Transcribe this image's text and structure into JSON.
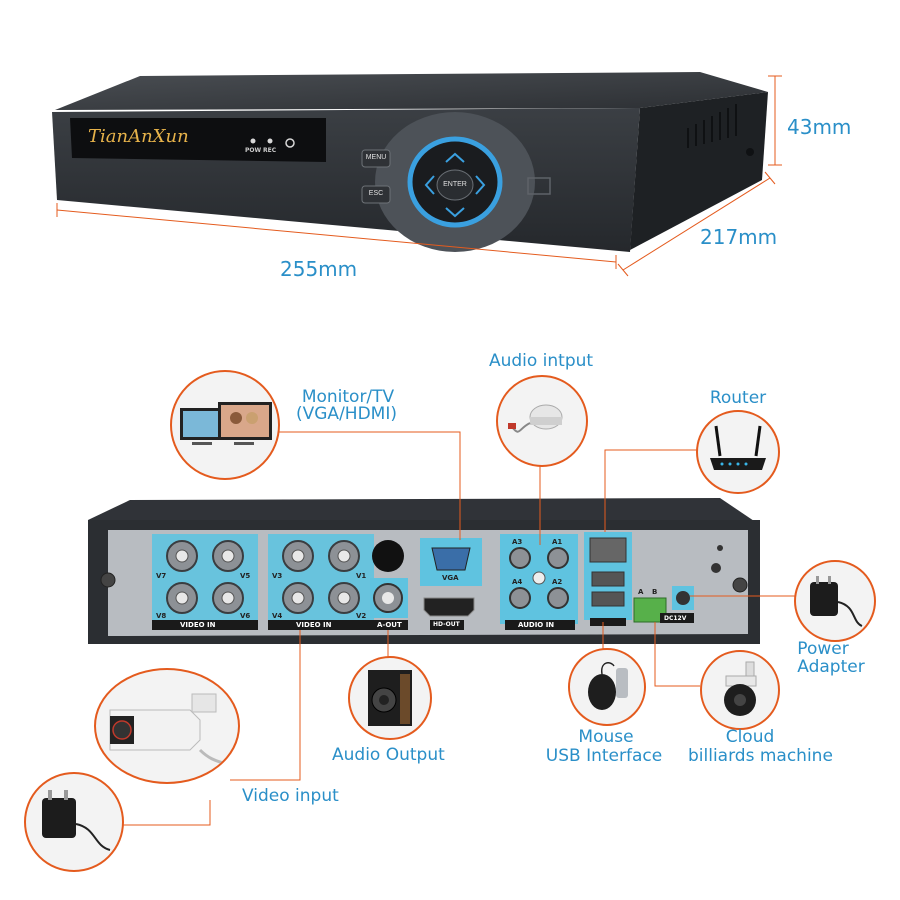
{
  "dimensions": {
    "height": "43mm",
    "depth": "217mm",
    "width": "255mm"
  },
  "front_panel": {
    "brand": "TianAnXun",
    "led_pow": "POW",
    "led_rec": "REC",
    "menu_button": "MENU",
    "esc_button": "ESC",
    "enter_button": "ENTER"
  },
  "rear_panel": {
    "video_in_left": "VIDEO IN",
    "video_in_right": "VIDEO IN",
    "vga": "VGA",
    "hd_out": "HD-OUT",
    "a_out": "A-OUT",
    "audio_in": "AUDIO IN",
    "dc": "DC12V",
    "terminal_a": "A",
    "terminal_b": "B",
    "bnc_left": [
      "V7",
      "V5",
      "V8",
      "V6"
    ],
    "bnc_right": [
      "V3",
      "V1",
      "V4",
      "V2"
    ],
    "audio_ports": [
      "A3",
      "A1",
      "A4",
      "A2"
    ]
  },
  "callouts": {
    "monitor_line1": "Monitor/TV",
    "monitor_line2": "(VGA/HDMI)",
    "audio_input": "Audio intput",
    "router": "Router",
    "power_line1": "Power",
    "power_line2": "Adapter",
    "audio_output": "Audio Output",
    "mouse_line1": "Mouse",
    "mouse_line2": "USB Interface",
    "cloud_line1": "Cloud",
    "cloud_line2": "billiards machine",
    "video_input": "Video input"
  },
  "colors": {
    "accent": "#2a8fc8",
    "leader": "#e45b1e",
    "port_highlight": "#5fc3e0"
  }
}
